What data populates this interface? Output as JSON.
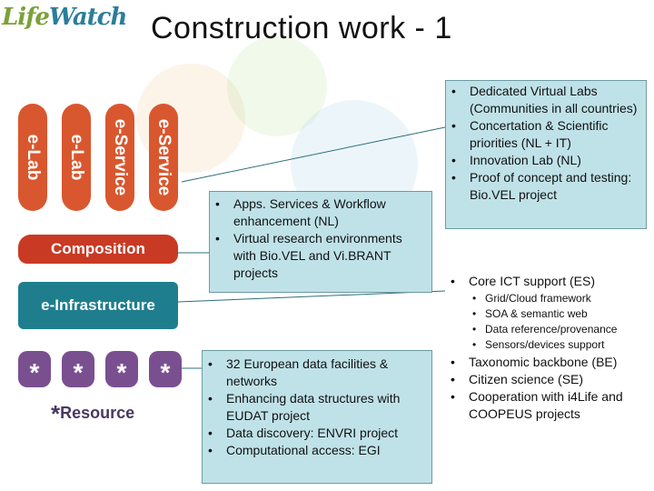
{
  "header": {
    "logo_text_a": "Life",
    "logo_text_b": "Watch",
    "title": "Construction work - 1"
  },
  "diagram": {
    "pillars": [
      "e-Lab",
      "e-Lab",
      "e-Service",
      "e-Service"
    ],
    "composition": "Composition",
    "infrastructure": "e-Infrastructure",
    "resource_star": "*",
    "resource_label": "Resource"
  },
  "callouts": {
    "labs": [
      "Dedicated Virtual Labs (Communities in all countries)",
      "Concertation & Scientific priorities (NL + IT)",
      "Innovation Lab (NL)",
      "Proof of concept and testing: Bio.VEL project"
    ],
    "apps": [
      "Apps. Services & Workflow enhancement (NL)",
      "Virtual research environments with Bio.VEL and Vi.BRANT projects"
    ],
    "ict": {
      "title": "Core ICT support (ES)",
      "sub": [
        "Grid/Cloud framework",
        "SOA & semantic web",
        "Data reference/provenance",
        "Sensors/devices support"
      ],
      "more": [
        "Taxonomic backbone (BE)",
        "Citizen science (SE)",
        "Cooperation with i4Life and COOPEUS projects"
      ]
    },
    "data": [
      "32 European data facilities & networks",
      "Enhancing data structures with EUDAT project",
      "Data discovery: ENVRI project",
      "Computational access: EGI"
    ]
  },
  "colors": {
    "pillar": "#d9572e",
    "composition": "#c93a24",
    "infrastructure": "#1f7e8e",
    "resource": "#7a4f90",
    "callout": "#bfe2e8"
  }
}
